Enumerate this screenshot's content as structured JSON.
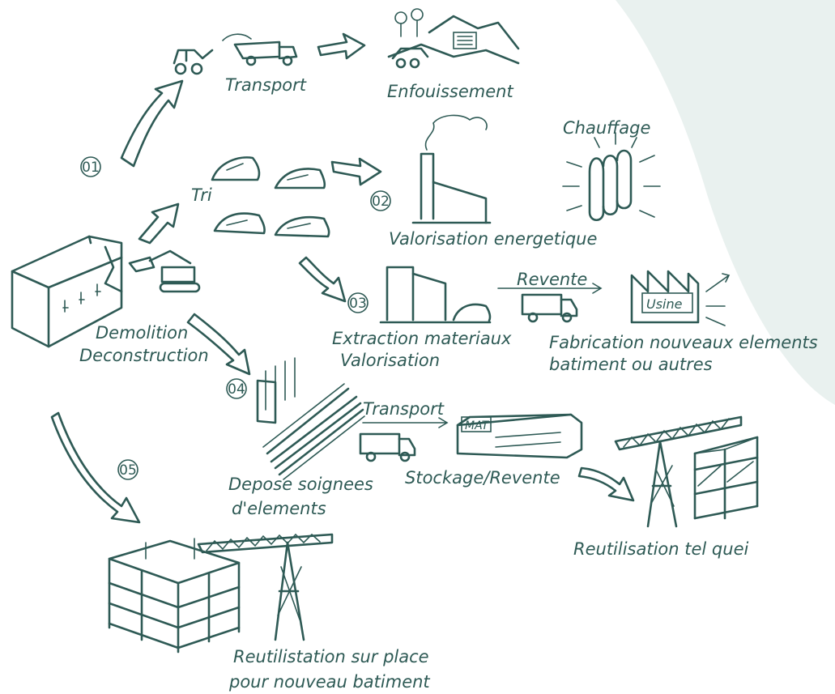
{
  "colors": {
    "ink": "#2e5a55",
    "background": "#ffffff",
    "panel": "#e9f1ef"
  },
  "steps": {
    "s01": "01",
    "s02": "02",
    "s03": "03",
    "s04": "04",
    "s05": "05"
  },
  "labels": {
    "transport_top": "Transport",
    "enfouissement": "Enfouissement",
    "chauffage": "Chauffage",
    "tri": "Tri",
    "valorisation_energetique": "Valorisation energetique",
    "demolition_line1": "Demolition",
    "demolition_line2": "Deconstruction",
    "extraction_line1": "Extraction materiaux",
    "extraction_line2": "Valorisation",
    "revente": "Revente",
    "usine": "Usine",
    "fabrication_line1": "Fabrication nouveaux elements",
    "fabrication_line2": "batiment ou autres",
    "transport_mid": "Transport",
    "stockage": "Stockage/Revente",
    "mat": "MAT",
    "depose_line1": "Depose soignees",
    "depose_line2": "d'elements",
    "reutilisation_tel": "Reutilisation tel quei",
    "reutilisation_place_line1": "Reutilistation sur place",
    "reutilisation_place_line2": "pour nouveau batiment"
  }
}
